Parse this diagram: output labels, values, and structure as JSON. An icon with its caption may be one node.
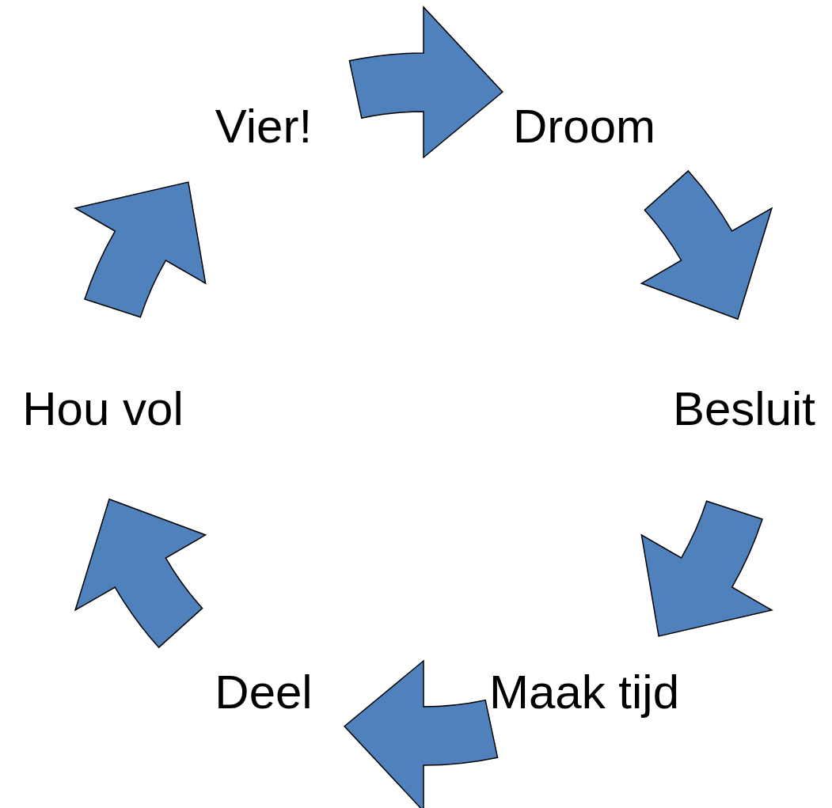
{
  "diagram": {
    "nodes": [
      {
        "text": [
          "Droom"
        ]
      },
      {
        "text": [
          "Besluit"
        ]
      },
      {
        "text": [
          "Maak tijd"
        ]
      },
      {
        "text": [
          "Deel"
        ]
      },
      {
        "text": [
          "Hou vol"
        ]
      },
      {
        "text": [
          "Vier!"
        ]
      }
    ],
    "edges": [
      {
        "from": 5,
        "to": 0,
        "arrow": "to"
      },
      {
        "from": 0,
        "to": 1,
        "arrow": "to"
      },
      {
        "from": 1,
        "to": 2,
        "arrow": "to"
      },
      {
        "from": 2,
        "to": 3,
        "arrow": "to"
      },
      {
        "from": 3,
        "to": 4,
        "arrow": "to"
      },
      {
        "from": 4,
        "to": 5,
        "arrow": "to"
      }
    ]
  }
}
